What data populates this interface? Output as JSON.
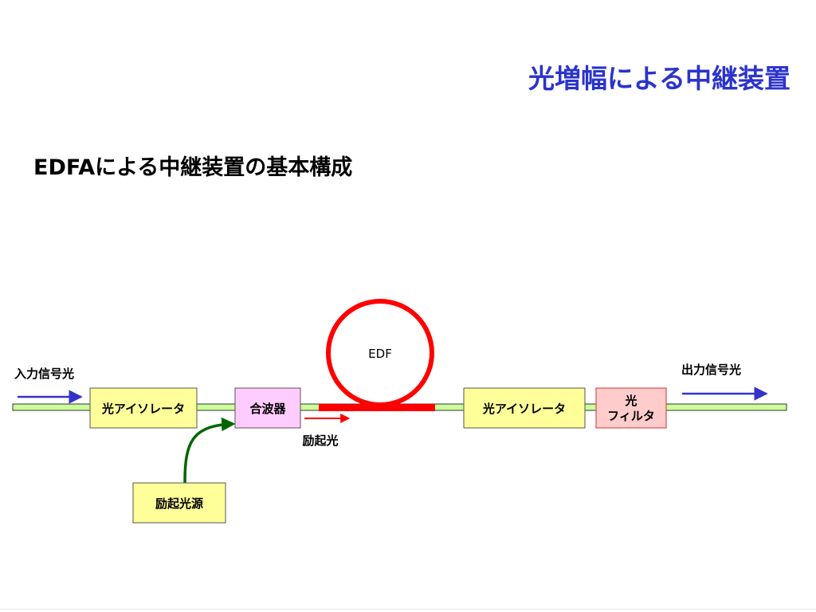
{
  "slide": {
    "title": "光増幅による中継装置",
    "subtitle": "EDFAによる中継装置の基本構成"
  },
  "diagram": {
    "input_label": "入力信号光",
    "output_label": "出力信号光",
    "isolator1_label": "光アイソレータ",
    "coupler_label": "合波器",
    "edf_label": "EDF",
    "pump_arrow_label": "励起光",
    "isolator2_label": "光アイソレータ",
    "filter_line1": "光",
    "filter_line2": "フィルタ",
    "pump_source_label": "励起光源"
  },
  "colors": {
    "title": "#2b33cc",
    "fiber_fill": "#ccff99",
    "yellow_box": "#ffff99",
    "pink_box": "#ffccff",
    "filter_box": "#ffcccc",
    "edf_red": "#ff0000",
    "signal_arrow": "#3333cc",
    "pump_arrow": "#006600"
  }
}
